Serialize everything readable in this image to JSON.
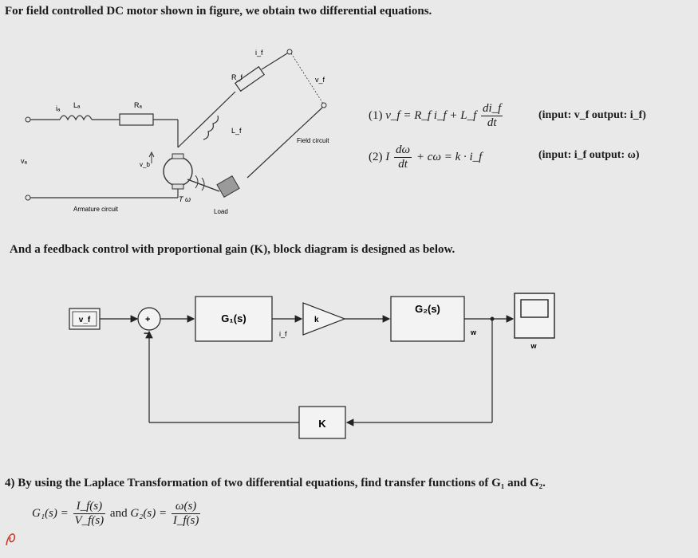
{
  "intro_text": "For field controlled DC motor shown in figure, we obtain two differential equations.",
  "circuit": {
    "armature_label": "Armature circuit",
    "field_label": "Field circuit",
    "load_label": "Load",
    "torque_label": "T ω",
    "ia": "iₐ",
    "La": "Lₐ",
    "Ra": "Rₐ",
    "va": "vₐ",
    "vb": "v_b",
    "Rf": "R_f",
    "Lf": "L_f",
    "if": "i_f",
    "vf": "v_f"
  },
  "equations": {
    "eq1_num": "(1)",
    "eq1_lhs": "v_f = R_f i_f + L_f",
    "eq1_frac_num": "di_f",
    "eq1_frac_den": "dt",
    "eq1_io": "(input: v_f   output: i_f)",
    "eq2_num": "(2)",
    "eq2_lhs": "I",
    "eq2_frac_num": "dω",
    "eq2_frac_den": "dt",
    "eq2_rhs": "+ cω = k · i_f",
    "eq2_io": "(input: i_f   output: ω)"
  },
  "feedback_text": "And a feedback control with proportional gain (K), block diagram is designed as below.",
  "block_diagram": {
    "input_label": "v_f",
    "sum_plus": "+",
    "sum_minus": "−",
    "g1_label": "G₁(s)",
    "i_f_label": "i_f",
    "gain_label": "k",
    "g2_label": "G₂(s)",
    "w_label_line": "w",
    "w_label_scope": "w",
    "feedback_label": "K"
  },
  "question": {
    "text": "4)  By using the Laplace Transformation of two differential equations, find transfer functions of G₁ and G₂.",
    "g1_lhs": "G₁(s) =",
    "g1_num": "I_f(s)",
    "g1_den": "V_f(s)",
    "and": "and",
    "g2_lhs": "G₂(s) =",
    "g2_num": "ω(s)",
    "g2_den": "I_f(s)"
  }
}
